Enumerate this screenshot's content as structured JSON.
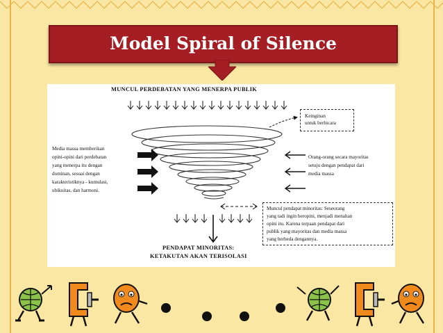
{
  "slide": {
    "title": "Model Spiral of Silence",
    "colors": {
      "background": "#fbe7a4",
      "title_box": "#a51e24",
      "title_text": "#ffffff",
      "accent_line": "#e9b24a"
    }
  },
  "diagram": {
    "top_heading": "MUNCUL PERDEBATAN YANG MENERPA PUBLIK",
    "desire_box": [
      "Keinginan",
      "untuk berbicara"
    ],
    "left_text": [
      "Media massa memberikan",
      "opini-opini dari perdebatan",
      "yang menerpa itu dengan",
      "dominan, sesuai dengan",
      "karakteristiknya - kumulasi,",
      "ubikuitas, dan harmoni."
    ],
    "right_text": [
      "Orang-orang secara mayoritas",
      "setuju dengan pendapat dari",
      "media massa"
    ],
    "minority_box": [
      "Muncul pendapat minoritas: Seseorang",
      "yang tadi ingin beropini, menjadi menahan",
      "opini itu. Karena terpaan pendapat dari",
      "publik yang mayoritas dan media massa",
      "yang berbeda dengannya."
    ],
    "bottom_heading": [
      "PENDAPAT MINORITAS:",
      "KETAKUTAN AKAN TERISOLASI"
    ]
  },
  "footer": {
    "icons": [
      "globe-ball-character-icon",
      "clamp-character-icon",
      "worried-face-character-icon",
      "dot-icon",
      "dot-icon",
      "dot-icon",
      "dot-icon",
      "globe-ball-character-icon",
      "clamp-character-icon",
      "worried-face-character-icon"
    ]
  }
}
